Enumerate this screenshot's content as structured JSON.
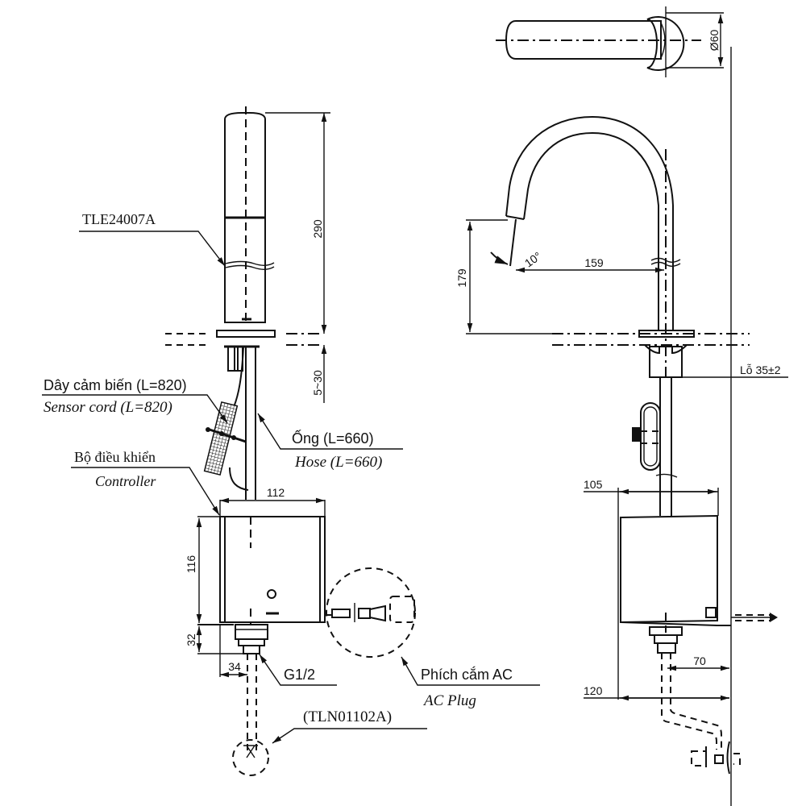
{
  "drawing": {
    "labels": {
      "faucet_model": "TLE24007A",
      "sensor_cord_vi": "Dây cảm biến (L=820)",
      "sensor_cord_en": "Sensor cord (L=820)",
      "hose_vi": "Ống (L=660)",
      "hose_en": "Hose (L=660)",
      "controller_vi": "Bộ điều khiển",
      "controller_en": "Controller",
      "thread": "G1/2",
      "ac_plug_vi": "Phích cắm AC",
      "ac_plug_en": "AC Plug",
      "valve_model": "(TLN01102A)",
      "hole": "Lỗ 35±2"
    },
    "dimensions": {
      "faucet_height": "290",
      "deck_thickness": "5~30",
      "controller_width": "112",
      "controller_height": "116",
      "outlet_height": "32",
      "outlet_offset": "34",
      "spout_height": "179",
      "spout_reach": "159",
      "spout_angle": "10°",
      "base_diameter": "Ø60",
      "controller_depth": "105",
      "wall_offset_outlet": "70",
      "wall_offset_total": "120"
    }
  }
}
